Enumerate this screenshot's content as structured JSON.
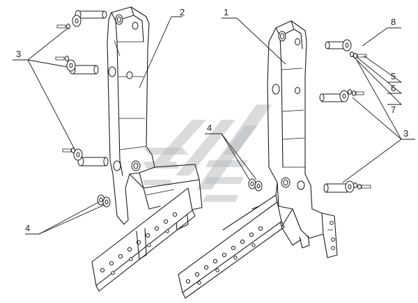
{
  "diagram": {
    "callouts": [
      {
        "id": "c1",
        "text": "1"
      },
      {
        "id": "c2",
        "text": "2"
      },
      {
        "id": "c3a",
        "text": "3"
      },
      {
        "id": "c3b",
        "text": "3"
      },
      {
        "id": "c4a",
        "text": "4"
      },
      {
        "id": "c4b",
        "text": "4"
      },
      {
        "id": "c5",
        "text": "5"
      },
      {
        "id": "c6",
        "text": "6"
      },
      {
        "id": "c7",
        "text": "7"
      },
      {
        "id": "c8",
        "text": "8"
      }
    ],
    "colors": {
      "line": "#1a1a1a",
      "watermark": "#b9bdc1",
      "background": "#ffffff"
    }
  }
}
